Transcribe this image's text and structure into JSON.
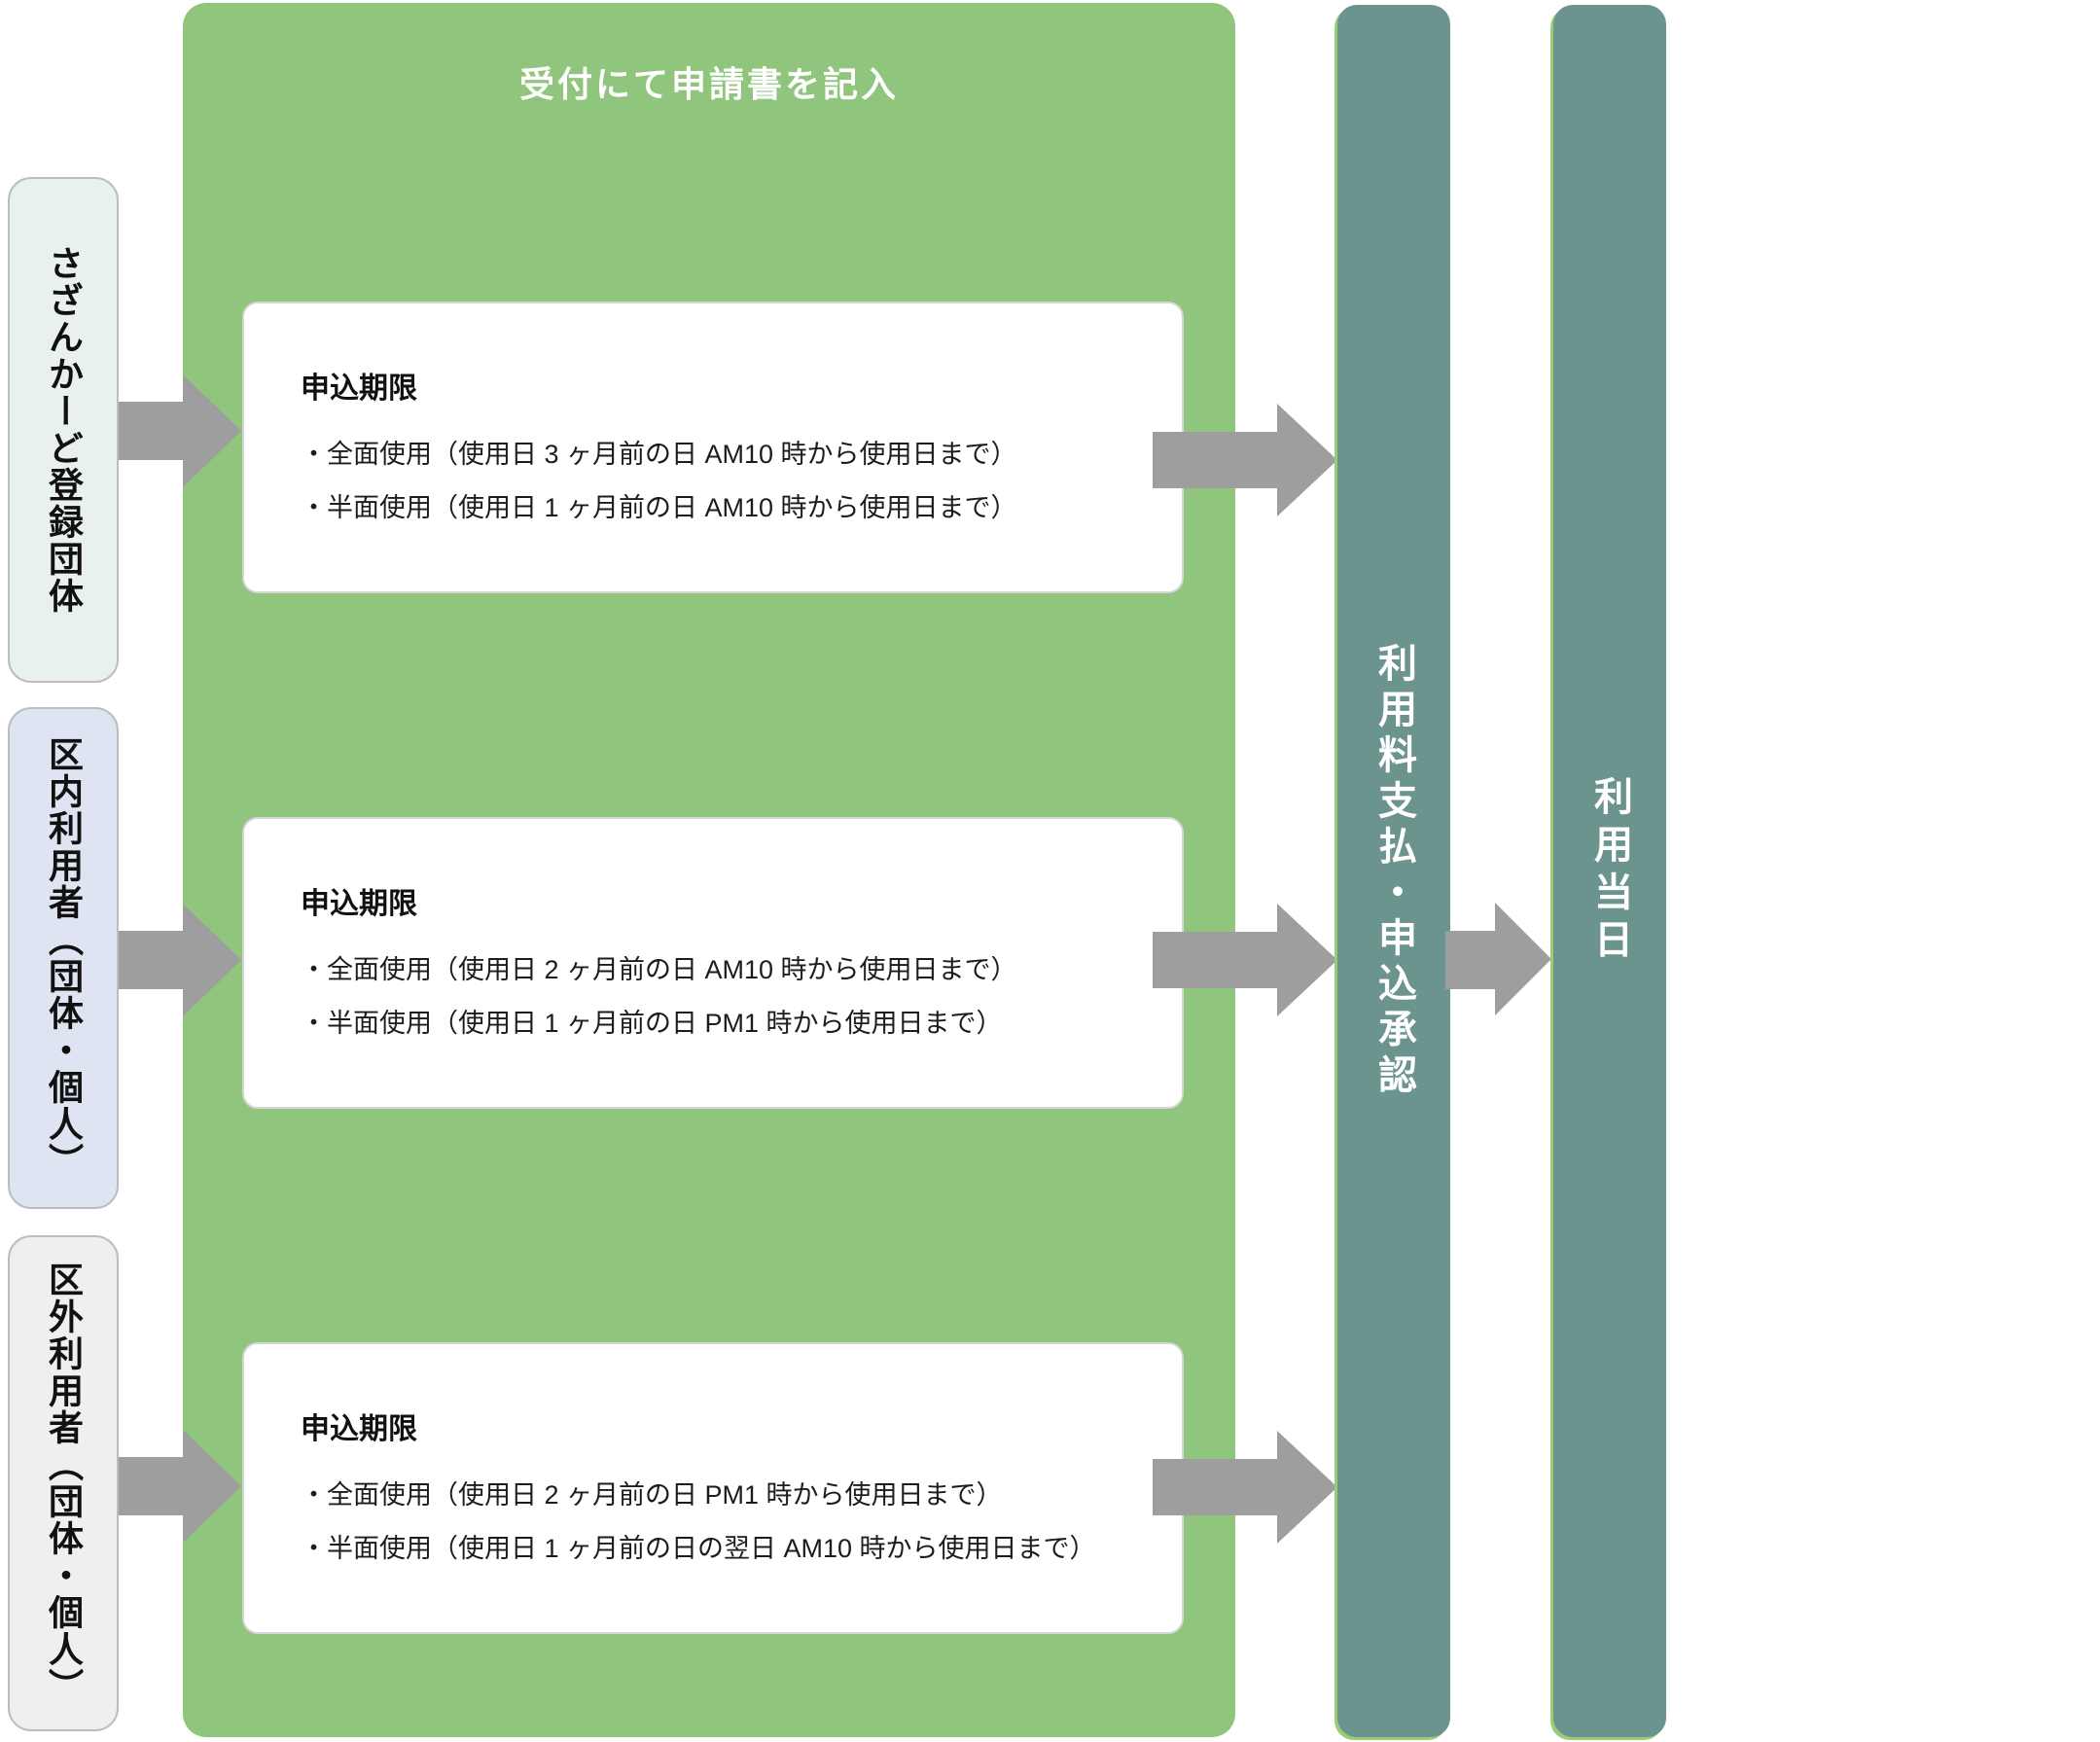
{
  "diagram": {
    "panel_title": "受付にて申請書を記入",
    "lanes": [
      {
        "label": "さざんかーど登録団体"
      },
      {
        "label": "区内利用者（団体・個人）"
      },
      {
        "label": "区外利用者（団体・個人）"
      }
    ],
    "deadline_cards": [
      {
        "heading": "申込期限",
        "items": [
          "・全面使用（使用日 3 ヶ月前の日 AM10 時から使用日まで）",
          "・半面使用（使用日 1 ヶ月前の日 AM10 時から使用日まで）"
        ]
      },
      {
        "heading": "申込期限",
        "items": [
          "・全面使用（使用日 2 ヶ月前の日 AM10 時から使用日まで）",
          "・半面使用（使用日 1 ヶ月前の日 PM1 時から使用日まで）"
        ]
      },
      {
        "heading": "申込期限",
        "items": [
          "・全面使用（使用日 2 ヶ月前の日 PM1 時から使用日まで）",
          "・半面使用（使用日 1 ヶ月前の日の翌日 AM10 時から使用日まで）"
        ]
      }
    ],
    "stages": [
      {
        "label": "利用料支払・申込承認"
      },
      {
        "label": "利用当日"
      }
    ],
    "colors": {
      "process_green": "#8FC57C",
      "stage_teal": "#6B948F",
      "stage_accent_lime": "#99CC74",
      "arrow_gray": "#9E9E9E",
      "lane1_fill": "#E8F1EE",
      "lane2_fill": "#DFE4F2",
      "lane3_fill": "#EFEFEF",
      "lane_border": "#BDBDBD"
    }
  }
}
